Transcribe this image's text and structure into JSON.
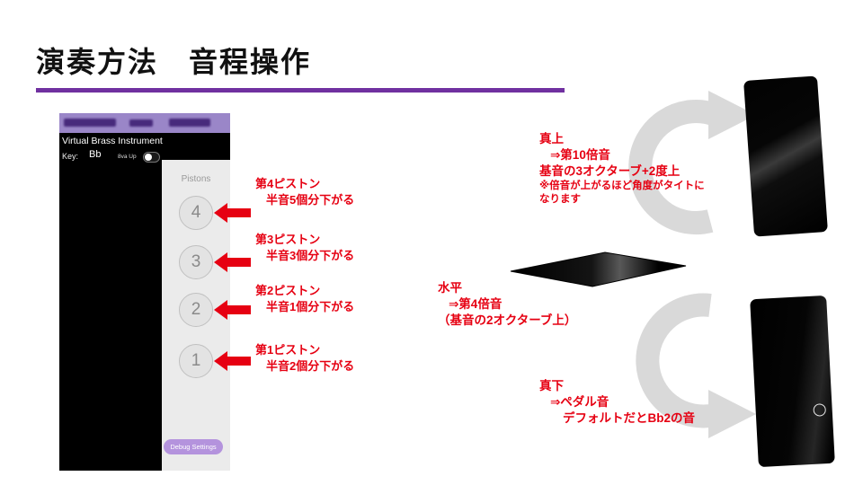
{
  "slide": {
    "title": "演奏方法　音程操作"
  },
  "app": {
    "name": "Virtual Brass Instrument",
    "key_label": "Key:",
    "key_value": "Bb",
    "octave_toggle_label": "8va Up",
    "pistons_label": "Pistons",
    "piston_buttons": [
      "4",
      "3",
      "2",
      "1"
    ],
    "debug_button_label": "Debug Settings"
  },
  "piston_annotations": [
    {
      "title": "第4ピストン",
      "desc": "半音5個分下がる"
    },
    {
      "title": "第3ピストン",
      "desc": "半音3個分下がる"
    },
    {
      "title": "第2ピストン",
      "desc": "半音1個分下がる"
    },
    {
      "title": "第1ピストン",
      "desc": "半音2個分下がる"
    }
  ],
  "orientation_annotations": {
    "up": {
      "l1": "真上",
      "l2": "⇒第10倍音",
      "l3": "基音の3オクターブ+2度上",
      "l4": "※倍音が上がるほど角度がタイトに",
      "l5": "なります"
    },
    "horizontal": {
      "l1": "水平",
      "l2": "⇒第4倍音",
      "l3": "（基音の2オクターブ上）"
    },
    "down": {
      "l1": "真下",
      "l2": "⇒ペダル音",
      "l3": "デフォルトだとBb2の音"
    }
  },
  "colors": {
    "annotation_red": "#e60012",
    "accent_purple": "#7030a0",
    "arrow_gray": "#d9d9d9",
    "phone_black": "#000000"
  }
}
